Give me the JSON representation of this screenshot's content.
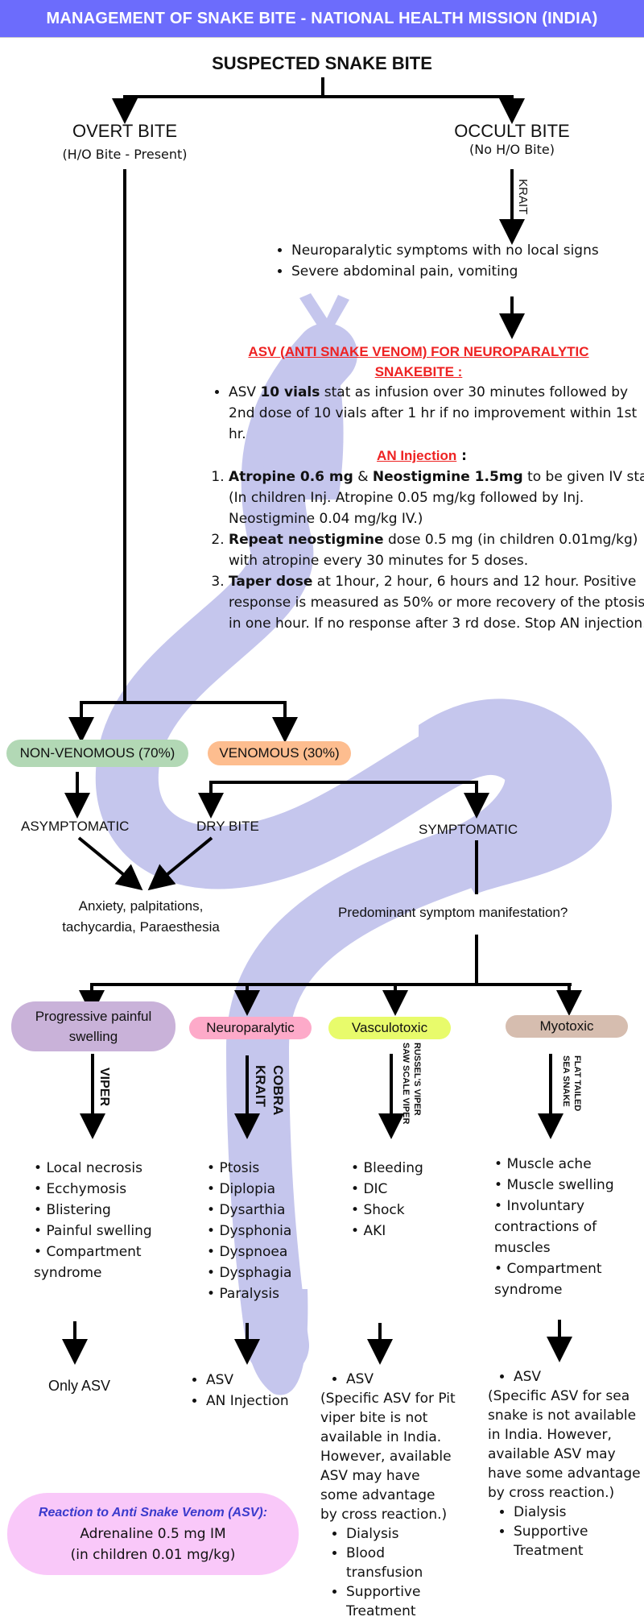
{
  "header": {
    "title": "MANAGEMENT OF SNAKE BITE - NATIONAL HEALTH MISSION (INDIA)"
  },
  "colors": {
    "header_bg": "#6c6cfc",
    "snake": "#c5c6ed",
    "non_venomous": "#b2d8b5",
    "venomous": "#fdbd8f",
    "progressive": "#c9b2d9",
    "neuroparalytic": "#fdaac9",
    "vasculotoxic": "#e8fb6b",
    "myotoxic": "#d6bdaf",
    "reaction_box": "#f9c8f9",
    "red_heading": "#ee2222",
    "reaction_title": "#3a3acc"
  },
  "root": {
    "title": "SUSPECTED SNAKE BITE"
  },
  "overt": {
    "title": "OVERT BITE",
    "subtitle": "(H/O Bite - Present)"
  },
  "occult": {
    "title": "OCCULT BITE",
    "subtitle": "(No H/O Bite)",
    "arrow_label": "KRAIT",
    "symptoms": [
      "Neuroparalytic symptoms with no local signs",
      "Severe abdominal pain, vomiting"
    ]
  },
  "asv": {
    "heading": "ASV (ANTI SNAKE VENOM) FOR NEUROPARALYTIC SNAKEBITE :",
    "bullet_pre": "ASV ",
    "bullet_bold": "10 vials",
    "bullet_post": " stat as infusion over 30 minutes followed by 2nd dose of 10 vials after 1 hr if no improvement within 1st hr."
  },
  "an_injection": {
    "heading": "AN Injection",
    "colon": " :",
    "steps": [
      {
        "bold1": "Atropine 0.6 mg",
        "mid": " & ",
        "bold2": "Neostigmine 1.5mg",
        "rest": " to be given IV stat (In children Inj. Atropine 0.05 mg/kg followed by Inj. Neostigmine 0.04 mg/kg IV.)"
      },
      {
        "bold1": "Repeat neostigmine",
        "rest": " dose 0.5 mg (in children 0.01mg/kg) with atropine every 30 minutes for 5 doses."
      },
      {
        "bold1": "Taper dose",
        "rest": " at 1hour, 2 hour, 6 hours and 12 hour. Positive response is measured as 50% or more recovery of the ptosis in one hour. If no response after 3 rd dose. Stop AN injection."
      }
    ]
  },
  "classification": {
    "non_venomous": "NON-VENOMOUS (70%)",
    "venomous": "VENOMOUS (30%)",
    "asymptomatic": "ASYMPTOMATIC",
    "dry_bite": "DRY BITE",
    "symptomatic": "SYMPTOMATIC",
    "anxiety": "Anxiety, palpitations, tachycardia, Paraesthesia",
    "question": "Predominant symptom manifestation?"
  },
  "categories": [
    {
      "label": "Progressive painful swelling",
      "snake": [
        "VIPER"
      ],
      "symptoms": [
        "Local necrosis",
        "Ecchymosis",
        "Blistering",
        "Painful swelling",
        "Compartment syndrome"
      ],
      "treatment_text": "Only ASV"
    },
    {
      "label": "Neuroparalytic",
      "snake": [
        "COBRA",
        "KRAIT"
      ],
      "symptoms": [
        "Ptosis",
        "Diplopia",
        "Dysarthia",
        "Dysphonia",
        "Dyspnoea",
        "Dysphagia",
        "Paralysis"
      ],
      "treatment_list": [
        "ASV",
        "AN Injection"
      ]
    },
    {
      "label": "Vasculotoxic",
      "snake": [
        "RUSSEL'S VIPER",
        "SAW SCALE VIPER"
      ],
      "symptoms": [
        "Bleeding",
        "DIC",
        "Shock",
        "AKI"
      ],
      "treatment_top": "ASV",
      "treatment_note": "(Specific ASV for Pit viper bite is not available in India. However, available ASV may have some advantage by cross reaction.)",
      "treatment_list": [
        "Dialysis",
        "Blood transfusion",
        "Supportive Treatment"
      ]
    },
    {
      "label": "Myotoxic",
      "snake": [
        "FLAT TAILED",
        "SEA SNAKE"
      ],
      "symptoms": [
        "Muscle ache",
        "Muscle swelling",
        "Involuntary contractions of muscles",
        "Compartment syndrome"
      ],
      "treatment_top": "ASV",
      "treatment_note": "(Specific ASV for sea snake is not available in India. However, available ASV may have some advantage by cross reaction.)",
      "treatment_list": [
        "Dialysis",
        "Supportive Treatment"
      ]
    }
  ],
  "reaction": {
    "title": "Reaction to Anti Snake Venom (ASV):",
    "line1": "Adrenaline 0.5 mg IM",
    "line2": "(in children 0.01 mg/kg)"
  }
}
